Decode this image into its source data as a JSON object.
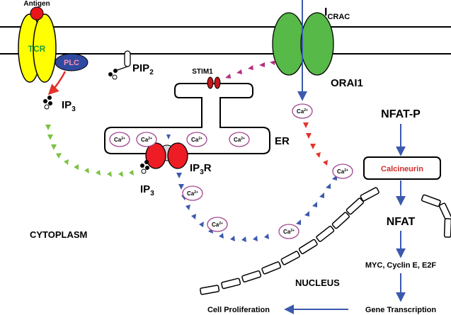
{
  "labels": {
    "antigen": "Antigen",
    "tcr": "TCR",
    "plc": "PLC",
    "pip2_main": "PIP",
    "pip2_sub": "2",
    "icrac_main": "I",
    "icrac_sub": "CRAC",
    "orai1": "ORAI1",
    "stim1": "STIM1",
    "ip3_main": "IP",
    "ip3_sub": "3",
    "er": "ER",
    "ip3r_main": "IP",
    "ip3r_sub": "3",
    "ip3r_suffix": "R",
    "nfat_p": "NFAT-P",
    "calcineurin": "Calcineurin",
    "nfat": "NFAT",
    "targets": "MYC, Cyclin E, E2F",
    "cytoplasm": "CYTOPLASM",
    "nucleus": "NUCLEUS",
    "gene_transcription": "Gene Transcription",
    "cell_proliferation": "Cell Proliferation",
    "ca_main": "Ca",
    "ca_sup": "2+"
  },
  "colors": {
    "tcr_fill": "#ffff00",
    "tcr_text": "#1e9e3a",
    "antigen": "#e8151b",
    "plc_fill": "#2f4aa0",
    "plc_text": "#ff8fb0",
    "orai_fill": "#57b947",
    "ip3r_fill": "#ee1c25",
    "stim_fill": "#c4161c",
    "calcineurin_text": "#d42a2a",
    "blue_arrow": "#3b59ad",
    "green_arrow": "#7cc242",
    "red_arrow": "#e4332b",
    "magenta_arrow": "#b1307f",
    "ca_circle": "#a0458f"
  }
}
